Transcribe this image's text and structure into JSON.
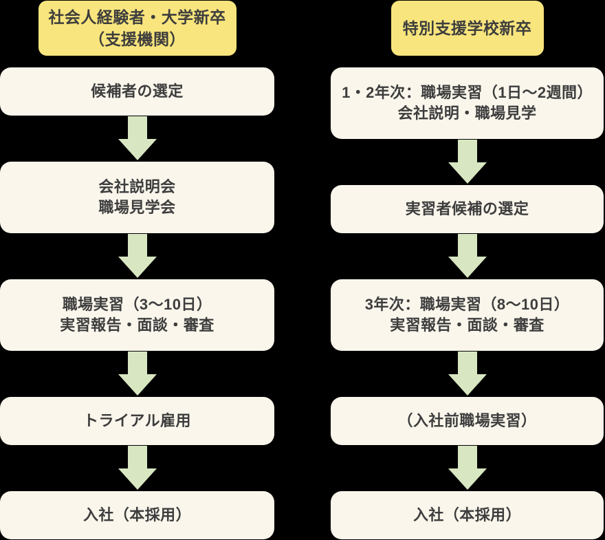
{
  "colors": {
    "background": "#000000",
    "header_bg": "#f8e57d",
    "box_bg": "#faf6ec",
    "arrow": "#d8e7c2",
    "text": "#3d3d3d"
  },
  "icons": {
    "arrow_down": "down-arrow"
  },
  "columns": [
    {
      "id": "general-hires",
      "header": {
        "lines": [
          "社会人経験者・大学新卒",
          "（支援機関）"
        ]
      },
      "steps": [
        {
          "lines": [
            "候補者の選定"
          ]
        },
        {
          "lines": [
            "会社説明会",
            "職場見学会"
          ]
        },
        {
          "lines": [
            "職場実習（3〜10日）",
            "実習報告・面談・審査"
          ]
        },
        {
          "lines": [
            "トライアル雇用"
          ]
        },
        {
          "lines": [
            "入社（本採用）"
          ]
        }
      ]
    },
    {
      "id": "special-school-hires",
      "header": {
        "lines": [
          "特別支援学校新卒"
        ]
      },
      "steps": [
        {
          "lines": [
            "1・2年次：職場実習（1日〜2週間）",
            "会社説明・職場見学"
          ]
        },
        {
          "lines": [
            "実習者候補の選定"
          ]
        },
        {
          "lines": [
            "3年次：職場実習（8〜10日）",
            "実習報告・面談・審査"
          ]
        },
        {
          "lines": [
            "（入社前職場実習）"
          ]
        },
        {
          "lines": [
            "入社（本採用）"
          ]
        }
      ]
    }
  ]
}
